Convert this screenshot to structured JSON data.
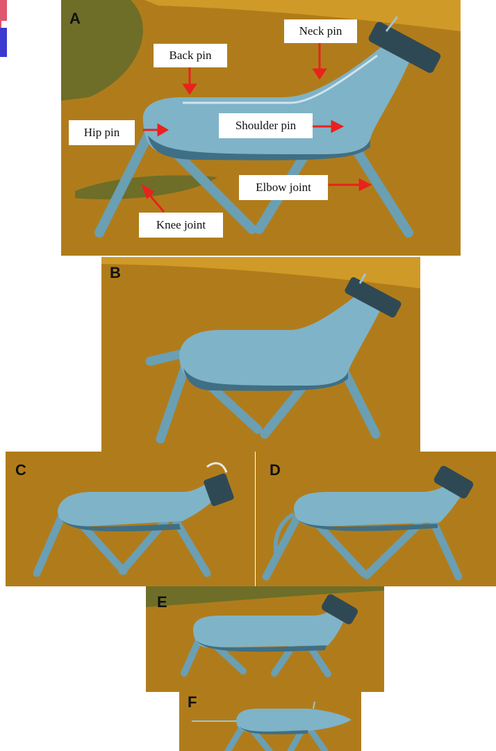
{
  "figure": {
    "colors": {
      "ground": "#b07c1b",
      "ground_light": "#d09a28",
      "grass": "#6e6e28",
      "body": "#7fb3c8",
      "body_shadow": "#3f6f85",
      "head": "#2f4954",
      "arrow": "#e8221c",
      "label_bg": "#ffffff"
    },
    "panels": [
      {
        "id": "A",
        "letter": "A",
        "labels": {
          "neck_pin": "Neck pin",
          "back_pin": "Back pin",
          "hip_pin": "Hip pin",
          "shoulder_pin": "Shoulder pin",
          "elbow_joint": "Elbow joint",
          "knee_joint": "Knee joint"
        }
      },
      {
        "id": "B",
        "letter": "B"
      },
      {
        "id": "C",
        "letter": "C"
      },
      {
        "id": "D",
        "letter": "D"
      },
      {
        "id": "E",
        "letter": "E"
      },
      {
        "id": "F",
        "letter": "F"
      }
    ]
  }
}
